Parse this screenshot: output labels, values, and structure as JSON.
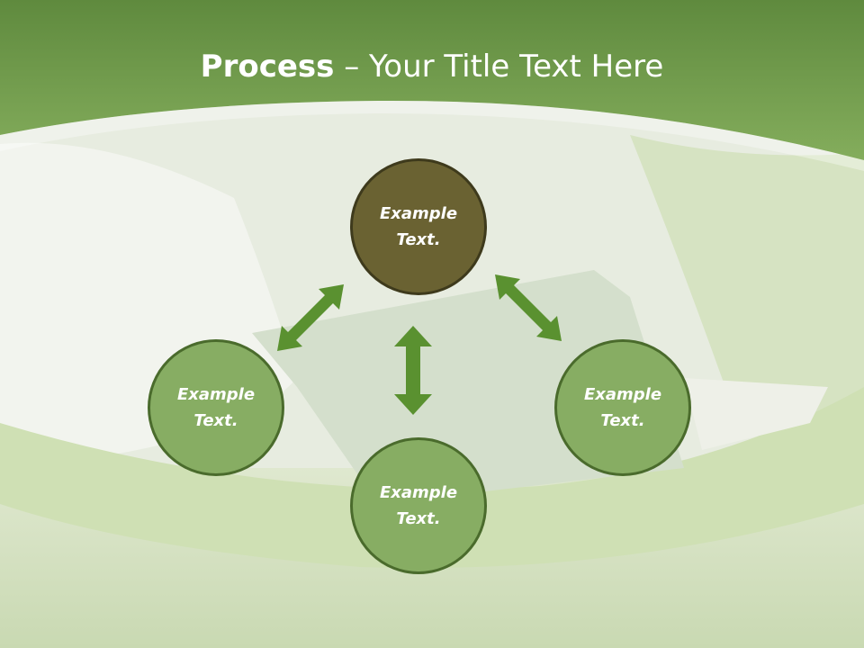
{
  "title": {
    "bold": "Process",
    "separator": " – ",
    "regular": "Your Title Text Here"
  },
  "nodes": [
    {
      "text": "Example Text.",
      "fill": "#6a6232"
    },
    {
      "text": "Example Text.",
      "fill": "#87ad63"
    },
    {
      "text": "Example Text.",
      "fill": "#87ad63"
    },
    {
      "text": "Example Text.",
      "fill": "#87ad63"
    }
  ],
  "colors": {
    "header_green": "#6e9a4a",
    "arrow_green": "#5a9130",
    "node_border": "#4a6b2c"
  }
}
